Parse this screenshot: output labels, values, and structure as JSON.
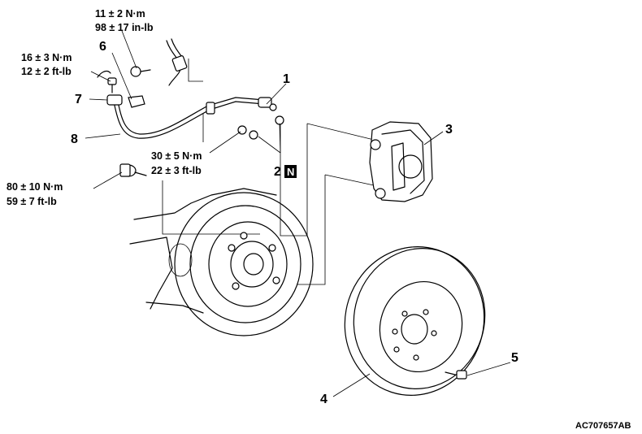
{
  "torques": {
    "t1_nm": "11 ± 2 N·m",
    "t1_imp": "98 ± 17 in-lb",
    "t2_nm": "16 ± 3 N·m",
    "t2_imp": "12 ± 2 ft-lb",
    "t3_nm": "30 ± 5 N·m",
    "t3_imp": "22 ± 3 ft-lb",
    "t4_nm": "80 ± 10 N·m",
    "t4_imp": "59 ± 7 ft-lb"
  },
  "callouts": {
    "c1": "1",
    "c2": "2",
    "c2_badge": "N",
    "c3": "3",
    "c4": "4",
    "c5": "5",
    "c6": "6",
    "c7": "7",
    "c8": "8"
  },
  "figure_code": "AC707657AB"
}
